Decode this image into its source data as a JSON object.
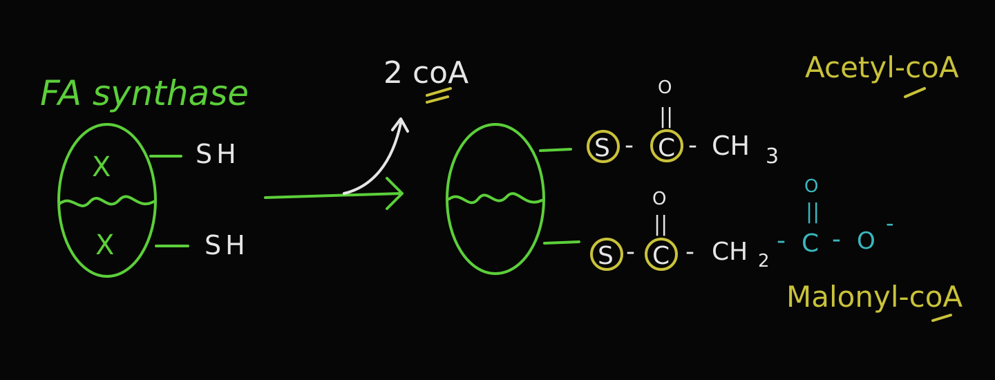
{
  "labels": {
    "enzyme": "FA synthase",
    "x_top": "X",
    "x_bottom": "X",
    "sh_top": "SH",
    "sh_bottom": "SH",
    "released": "2 coA",
    "acetyl": "Acetyl-coA",
    "malonyl": "Malonyl-coA"
  },
  "acetyl_group": {
    "s": "S",
    "dash1": "-",
    "c": "C",
    "dash2": "-",
    "end": "CH",
    "sub": "3",
    "o": "O",
    "bond": "||"
  },
  "malonyl_group": {
    "s": "S",
    "dash1": "-",
    "c": "C",
    "dash2": "-",
    "ch": "CH",
    "sub": "2",
    "dash3": "-",
    "c2": "C",
    "dash4": "-",
    "o_minus": "O",
    "charge": "-",
    "o_top": "O",
    "bond": "||",
    "o_top2": "O",
    "bond2": "||"
  },
  "colors": {
    "background": "#060606",
    "enzyme": "#5ccf3a",
    "text": "#e6e6e6",
    "highlight": "#c9c23a",
    "carboxyl": "#3bb7bd"
  }
}
